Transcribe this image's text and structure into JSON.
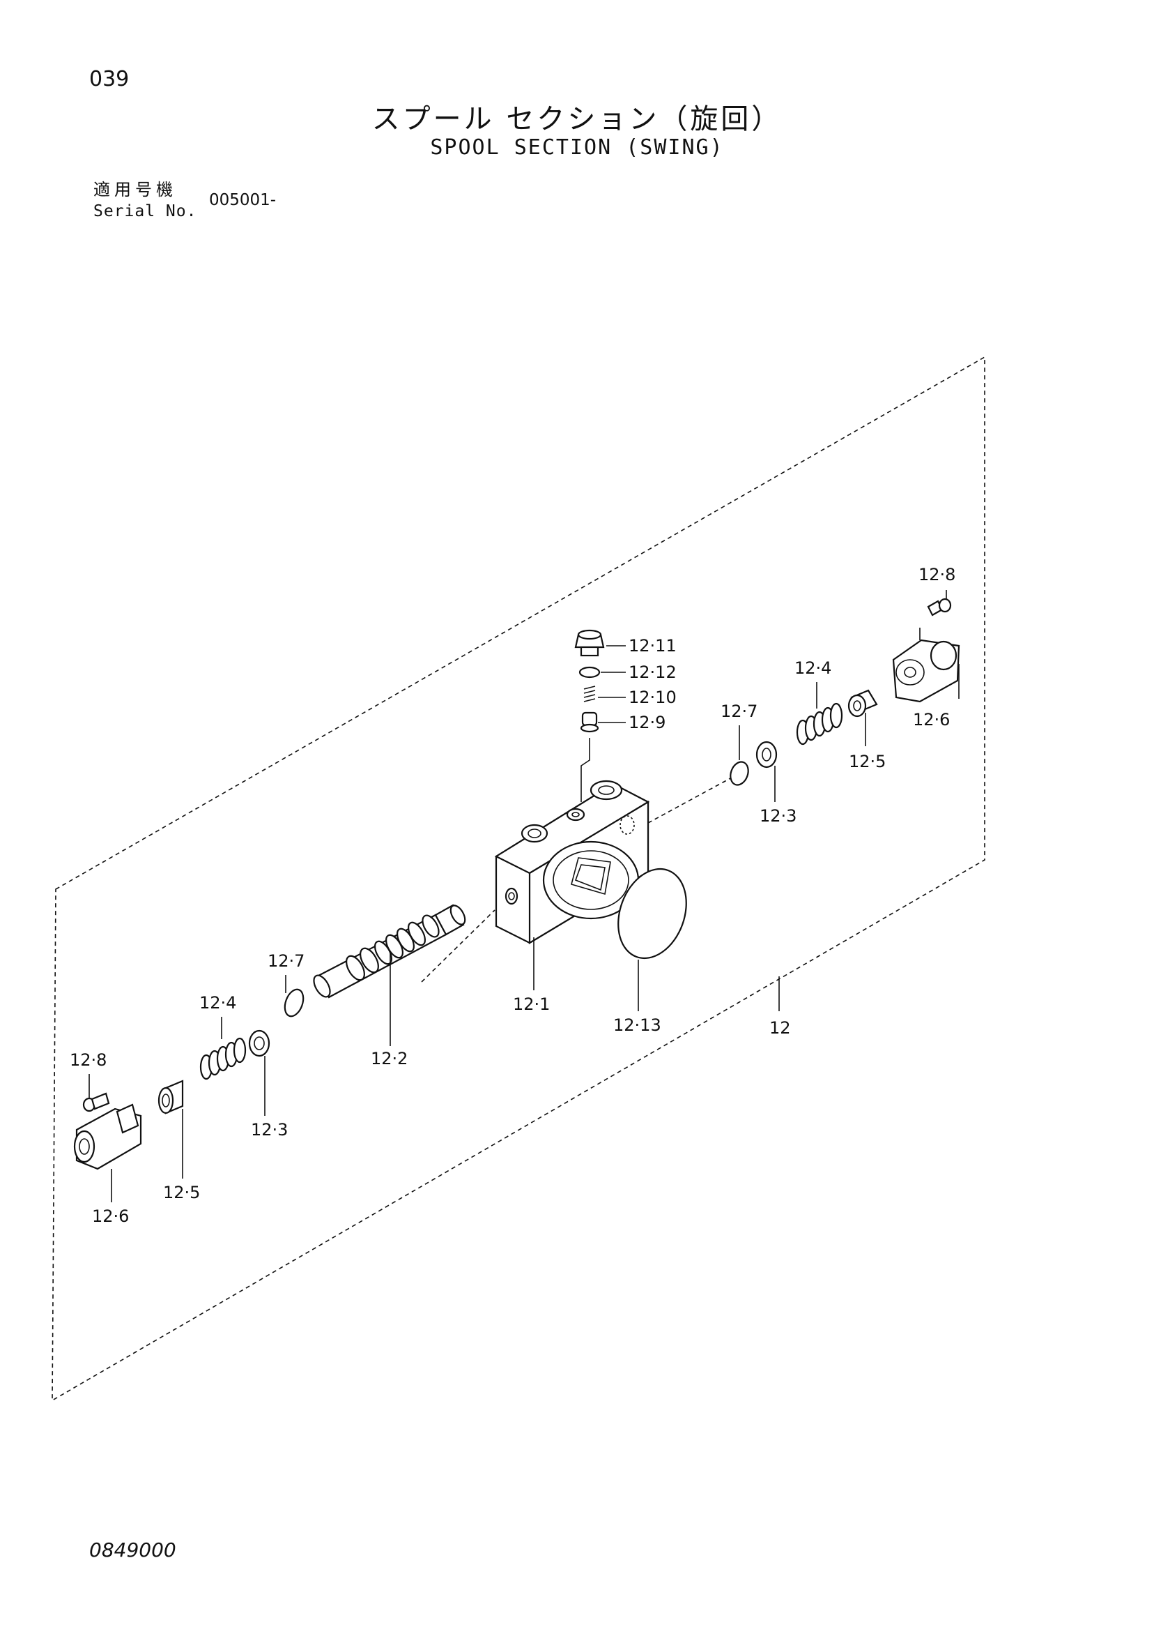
{
  "page_number": "039",
  "title_jp": "スプール セクション（旋回）",
  "title_en": "SPOOL SECTION (SWING)",
  "serial": {
    "label_jp": "適用号機",
    "label_en": "Serial No.",
    "value": "005001-"
  },
  "drawing_number": "0849000",
  "callouts": {
    "c12": "12",
    "c12_1": "12·1",
    "c12_2": "12·2",
    "c12_3_left": "12·3",
    "c12_3_right": "12·3",
    "c12_4_left": "12·4",
    "c12_4_right": "12·4",
    "c12_5_left": "12·5",
    "c12_5_right": "12·5",
    "c12_6_left": "12·6",
    "c12_6_right": "12·6",
    "c12_7_left": "12·7",
    "c12_7_right": "12·7",
    "c12_8_left": "12·8",
    "c12_8_right": "12·8",
    "c12_9": "12·9",
    "c12_10": "12·10",
    "c12_11": "12·11",
    "c12_12": "12·12",
    "c12_13": "12·13"
  }
}
